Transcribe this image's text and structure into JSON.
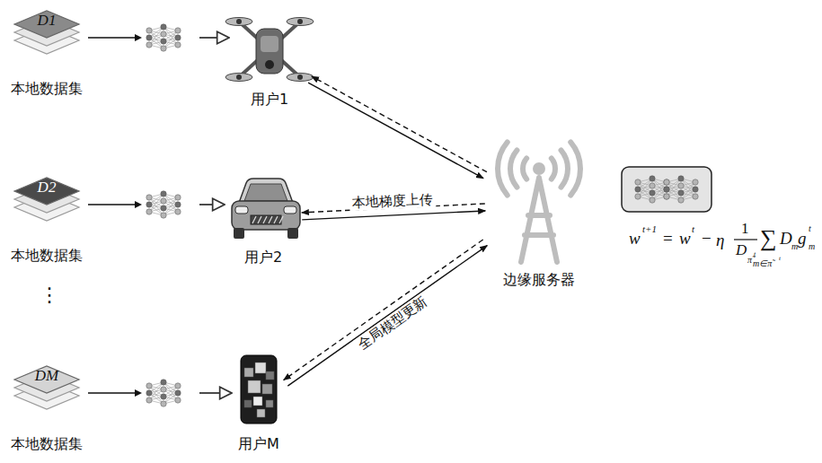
{
  "diagram": {
    "nodes": [
      {
        "text": [
          "D1",
          "本地数据集"
        ]
      },
      {
        "text": [
          "用户1"
        ]
      },
      {
        "text": [
          "D2",
          "本地数据集"
        ]
      },
      {
        "text": [
          "用户2"
        ]
      },
      {
        "text": [
          "DM",
          "本地数据集"
        ]
      },
      {
        "text": [
          "用户M"
        ]
      },
      {
        "text": [
          "边缘服务器"
        ]
      }
    ],
    "edges": [
      {
        "from": 0,
        "to": 1,
        "arrow": "to"
      },
      {
        "from": 2,
        "to": 3,
        "arrow": "to"
      },
      {
        "from": 4,
        "to": 5,
        "arrow": "to"
      },
      {
        "from": 1,
        "to": 6,
        "arrow": "to"
      },
      {
        "from": 6,
        "to": 1,
        "arrow": "to"
      },
      {
        "from": 3,
        "to": 6,
        "label": "本地梯度上传",
        "arrow": "to"
      },
      {
        "from": 6,
        "to": 3,
        "arrow": "to"
      },
      {
        "from": 5,
        "to": 6,
        "arrow": "to"
      },
      {
        "from": 6,
        "to": 5,
        "label": "全局模型更新",
        "arrow": "to"
      }
    ],
    "labels": [
      "⋮",
      "w",
      "t+1",
      "=",
      "w",
      "t",
      "−",
      "η",
      "1",
      "D",
      "π̃",
      "t",
      "∑",
      "m∈π̃",
      "t",
      "D",
      "m",
      "g",
      "t",
      "m"
    ]
  }
}
